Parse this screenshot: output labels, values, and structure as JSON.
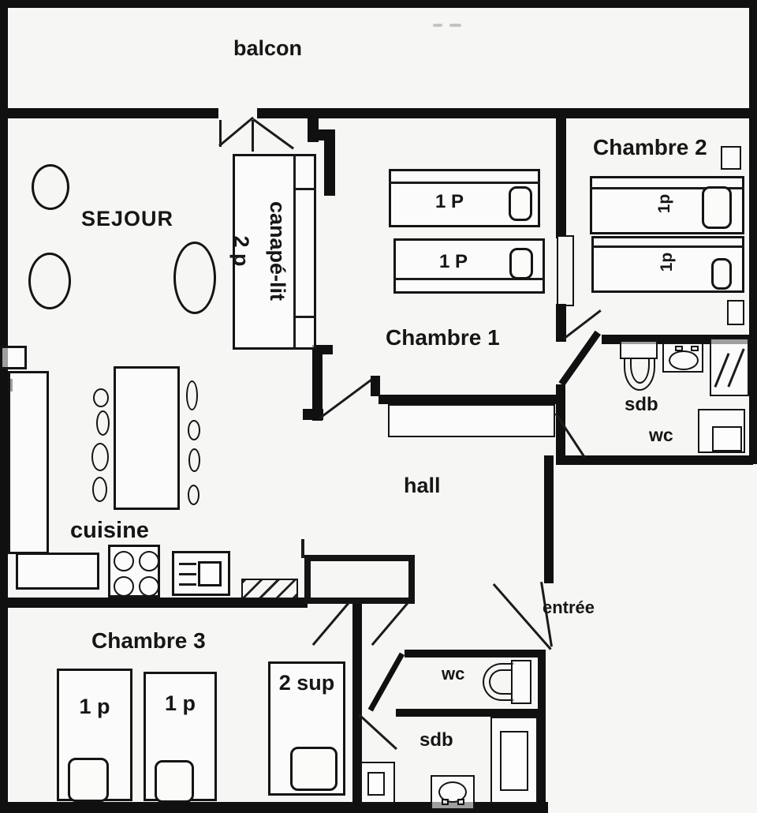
{
  "plan": {
    "background": "#f6f6f4",
    "wall_color": "#101010",
    "rooms": {
      "balcon": {
        "label": "balcon"
      },
      "sejour": {
        "label": "SEJOUR"
      },
      "chambre1": {
        "label": "Chambre 1",
        "beds": [
          "1 P",
          "1 P"
        ]
      },
      "chambre2": {
        "label": "Chambre 2",
        "beds": [
          "1p",
          "1p"
        ]
      },
      "sdb_haut": {
        "sdb": "sdb",
        "wc": "wc"
      },
      "hall": {
        "label": "hall"
      },
      "cuisine": {
        "label": "cuisine"
      },
      "chambre3": {
        "label": "Chambre 3",
        "beds": [
          "1 p",
          "1 p",
          "2 sup"
        ]
      },
      "entree": {
        "label": "entrée"
      },
      "wc_bas": {
        "label": "wc"
      },
      "sdb_bas": {
        "label": "sdb"
      }
    },
    "furniture": {
      "canape_lit": {
        "line1": "canapé-lit",
        "line2": "2 p"
      }
    }
  }
}
